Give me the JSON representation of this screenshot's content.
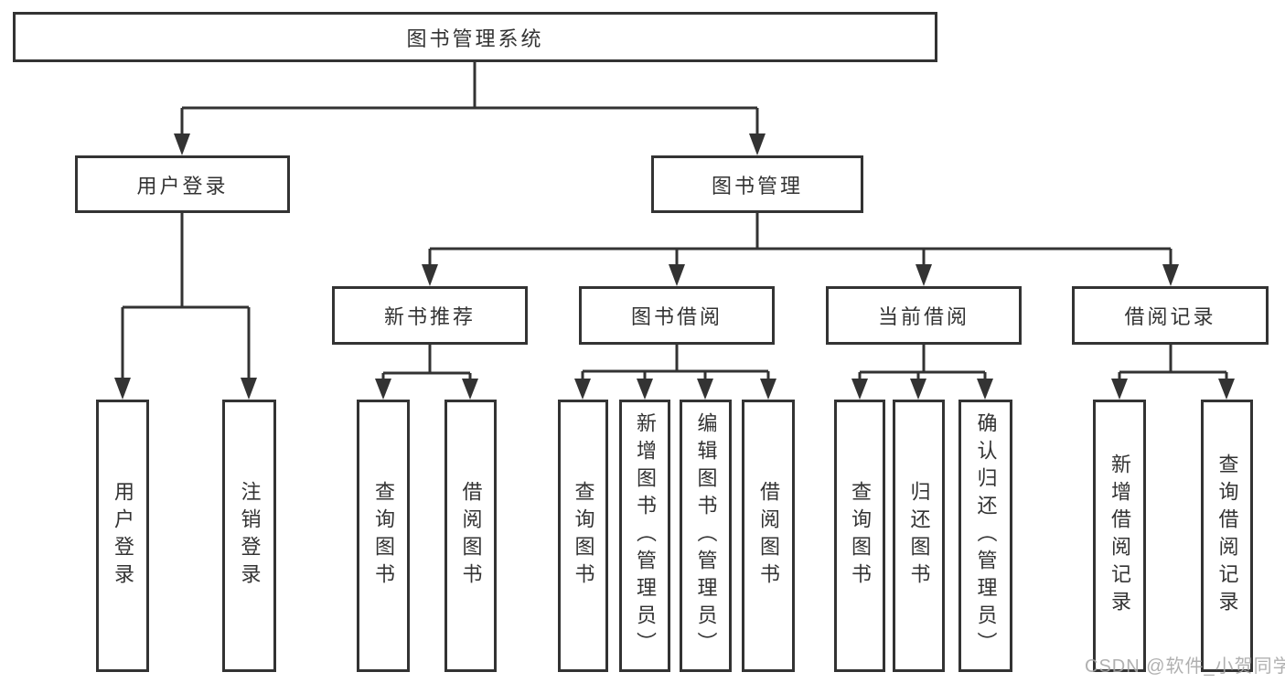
{
  "diagram": {
    "type": "hierarchy",
    "tree": {
      "label": "图书管理系统",
      "children": [
        {
          "label": "用户登录",
          "children": [
            {
              "label": "用户登录"
            },
            {
              "label": "注销登录"
            }
          ]
        },
        {
          "label": "图书管理",
          "children": [
            {
              "label": "新书推荐",
              "children": [
                {
                  "label": "查询图书"
                },
                {
                  "label": "借阅图书"
                }
              ]
            },
            {
              "label": "图书借阅",
              "children": [
                {
                  "label": "查询图书"
                },
                {
                  "label": "新增图书（管理员）"
                },
                {
                  "label": "编辑图书（管理员）"
                },
                {
                  "label": "借阅图书"
                }
              ]
            },
            {
              "label": "当前借阅",
              "children": [
                {
                  "label": "查询图书"
                },
                {
                  "label": "归还图书"
                },
                {
                  "label": "确认归还（管理员）"
                }
              ]
            },
            {
              "label": "借阅记录",
              "children": [
                {
                  "label": "新增借阅记录"
                },
                {
                  "label": "查询借阅记录"
                }
              ]
            }
          ]
        }
      ]
    },
    "colors": {
      "line": "#333333",
      "text": "#333333",
      "box_background": "#ffffff",
      "page_background": "#ffffff",
      "watermark": "#a6a6a6"
    },
    "watermark": {
      "text": "CSDN @软件_小贺同学"
    }
  }
}
